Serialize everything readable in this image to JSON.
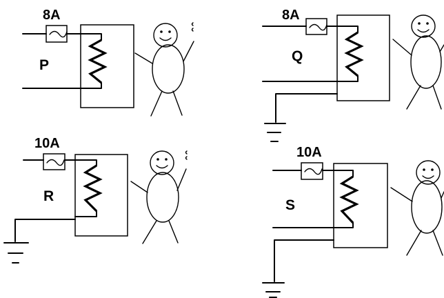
{
  "circuits": [
    {
      "label": "P",
      "fuse_rating": "8A",
      "earthed": false
    },
    {
      "label": "Q",
      "fuse_rating": "8A",
      "earthed": true
    },
    {
      "label": "R",
      "fuse_rating": "10A",
      "earthed": true
    },
    {
      "label": "S",
      "fuse_rating": "10A",
      "earthed": true
    }
  ]
}
